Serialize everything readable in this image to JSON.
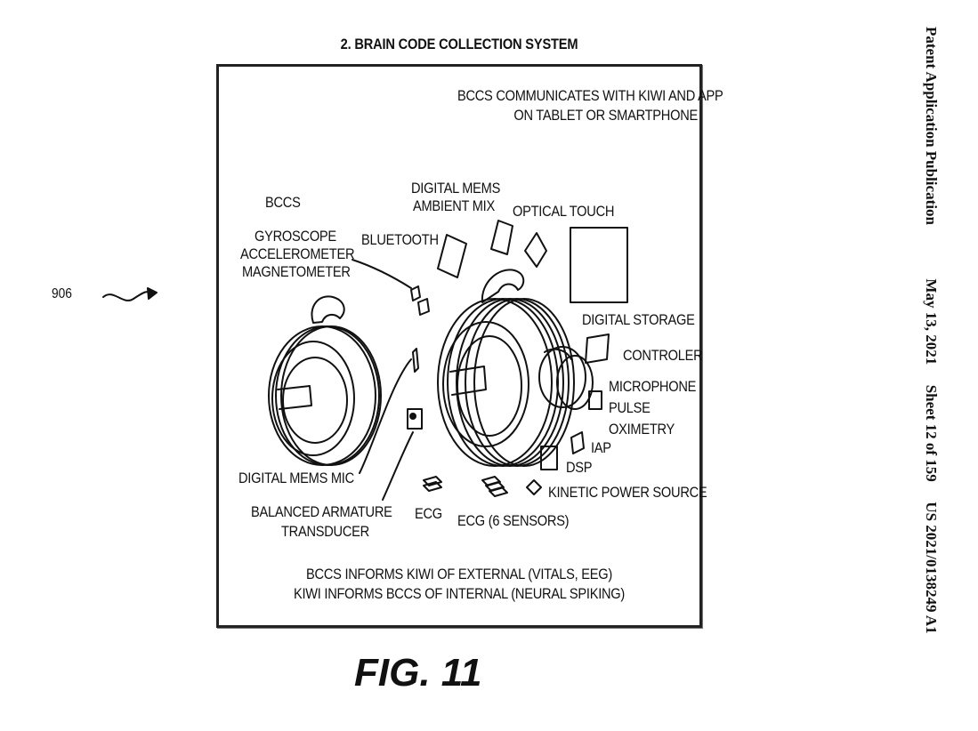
{
  "sheet_title": "2. BRAIN CODE COLLECTION SYSTEM",
  "side_header": {
    "publication": "Patent Application Publication",
    "date": "May 13, 2021",
    "sheet": "Sheet 12 of 159",
    "number": "US 2021/0138249 A1"
  },
  "reference_numeral": "906",
  "figure_label": "FIG. 11",
  "labels": {
    "top_note_1": "BCCS COMMUNICATES WITH KIWI AND APP",
    "top_note_2": "ON TABLET OR SMARTPHONE",
    "bccs": "BCCS",
    "gyroscope": "GYROSCOPE",
    "accelerometer": "ACCELEROMETER",
    "magnetometer": "MAGNETOMETER",
    "bluetooth": "BLUETOOTH",
    "digital_mems_1": "DIGITAL MEMS",
    "ambient_mix": "AMBIENT MIX",
    "optical_touch": "OPTICAL TOUCH",
    "digital_storage": "DIGITAL STORAGE",
    "controler": "CONTROLER",
    "microphone": "MICROPHONE",
    "pulse": "PULSE",
    "oximetry": "OXIMETRY",
    "iap": "IAP",
    "dsp": "DSP",
    "kinetic_power": "KINETIC POWER SOURCE",
    "digital_mems_mic": "DIGITAL MEMS MIC",
    "balanced_armature": "BALANCED ARMATURE",
    "transducer": "TRANSDUCER",
    "ecg": "ECG",
    "ecg_six": "ECG (6 SENSORS)",
    "bottom_note_1": "BCCS INFORMS KIWI OF EXTERNAL (VITALS, EEG)",
    "bottom_note_2": "KIWI INFORMS BCCS OF INTERNAL (NEURAL SPIKING)"
  }
}
